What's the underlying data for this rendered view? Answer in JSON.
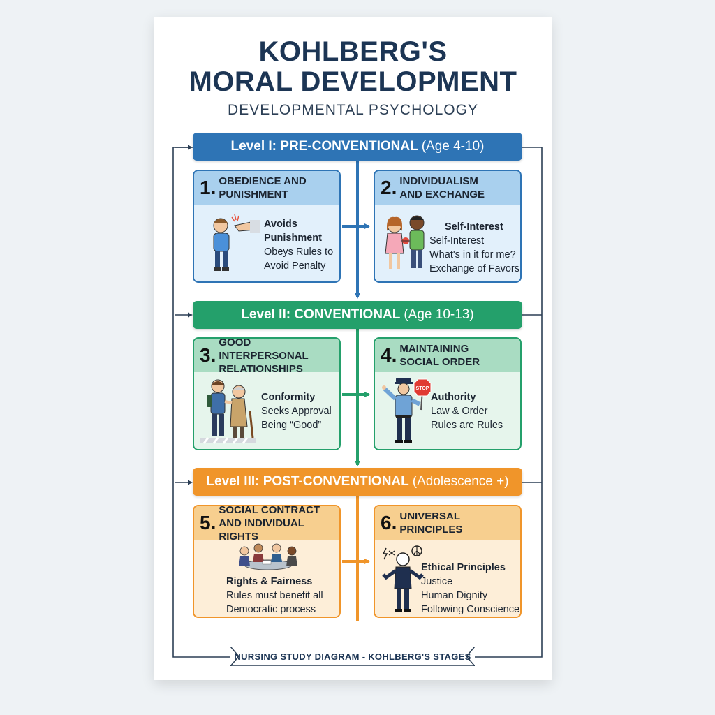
{
  "header": {
    "title_line1": "KOHLBERG'S",
    "title_line2": "MORAL DEVELOPMENT",
    "subtitle": "DEVELOPMENTAL PSYCHOLOGY"
  },
  "colors": {
    "level1": "#2e74b5",
    "level2": "#24a06b",
    "level3": "#f0952a",
    "level1_head": "#a9d0ee",
    "level1_body": "#e2f0fb",
    "level2_head": "#a9dcc2",
    "level2_body": "#e6f5ec",
    "level3_head": "#f7cf8f",
    "level3_body": "#fdeed8"
  },
  "levels": [
    {
      "name": "Level I: PRE-CONVENTIONAL",
      "age": "(Age 4-10)"
    },
    {
      "name": "Level II: CONVENTIONAL",
      "age": "(Age 10-13)"
    },
    {
      "name": "Level III: POST-CONVENTIONAL",
      "age": "(Adolescence +)"
    }
  ],
  "stages": [
    {
      "num": "1.",
      "title_line1": "OBEDIENCE AND",
      "title_line2": "PUNISHMENT",
      "lines": [
        "Avoids",
        "Punishment",
        "Obeys Rules to",
        "Avoid Penalty"
      ]
    },
    {
      "num": "2.",
      "title_line1": "INDIVIDUALISM",
      "title_line2": "AND EXCHANGE",
      "lines": [
        "Self-Interest",
        "Self-Interest",
        "What's in it for me?",
        "Exchange of Favors"
      ]
    },
    {
      "num": "3.",
      "title_line1": "GOOD INTERPERSONAL",
      "title_line2": "RELATIONSHIPS",
      "lines": [
        "Conformity",
        "Seeks Approval",
        "Being “Good”"
      ]
    },
    {
      "num": "4.",
      "title_line1": "MAINTAINING",
      "title_line2": "SOCIAL ORDER",
      "lines": [
        "Authority",
        "Law & Order",
        "Rules are Rules"
      ]
    },
    {
      "num": "5.",
      "title_line1": "SOCIAL CONTRACT",
      "title_line2": "AND INDIVIDUAL RIGHTS",
      "lines": [
        "Rights & Fairness",
        "Rules must benefit all",
        "Democratic process"
      ]
    },
    {
      "num": "6.",
      "title_line1": "UNIVERSAL",
      "title_line2": "PRINCIPLES",
      "lines": [
        "Ethical Principles",
        "Justice",
        "Human Dignity",
        "Following Conscience"
      ]
    }
  ],
  "illustrations": {
    "stage1": "child-scolded-illustration",
    "stage2": "children-exchanging-illustration",
    "stage3": "helping-elder-illustration",
    "stage4": "police-officer-illustration",
    "stage5": "group-meeting-illustration",
    "stage6": "person-with-peace-and-justice-symbols-illustration",
    "stop_sign_text": "STOP"
  },
  "footer": {
    "text": "NURSING STUDY DIAGRAM - KOHLBERG'S STAGES"
  }
}
